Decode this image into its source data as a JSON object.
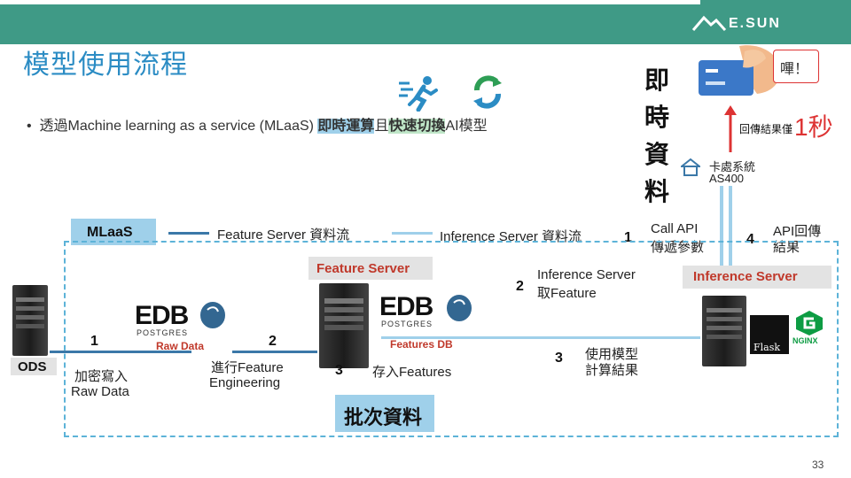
{
  "header": {
    "logo_text": "E.SUN"
  },
  "title": "模型使用流程",
  "bullet": {
    "prefix": "透過Machine learning as a service (MLaaS) ",
    "highlight1": "即時運算",
    "connector": "且",
    "highlight2": "快速切換",
    "suffix": "AI模型"
  },
  "realtime_label": [
    "即",
    "時",
    "資",
    "料"
  ],
  "card": {
    "callout": "嗶！",
    "response_label": "回傳結果僅",
    "response_time": "1秒",
    "system_line1": "卡處系統",
    "system_line2": "AS400"
  },
  "legend": {
    "mlaas": "MLaaS",
    "feature_flow": "Feature Server 資料流",
    "inference_flow": "Inference Server 資料流"
  },
  "realtime_steps": [
    {
      "num": "1",
      "line1": "Call API",
      "line2": "傳遞參數"
    },
    {
      "num": "2",
      "line1": "Inference Server",
      "line2": "取Feature"
    },
    {
      "num": "3",
      "line1": "使用模型",
      "line2": "計算結果"
    },
    {
      "num": "4",
      "line1": "API回傳",
      "line2": "結果"
    }
  ],
  "feature_server_label": "Feature Server",
  "inference_server_label": "Inference Server",
  "ods_label": "ODS",
  "batch_steps": [
    {
      "num": "1",
      "line1": "加密寫入",
      "line2": "Raw Data"
    },
    {
      "num": "2",
      "line1": "進行Feature",
      "line2": "Engineering"
    },
    {
      "num": "3",
      "line1": "存入Features"
    }
  ],
  "raw_data_label": "Raw Data",
  "features_db_label": "Features DB",
  "edb_text": "EDB",
  "postgres_text": "POSTGRES",
  "flask_text": "Flask",
  "nginx_text": "NGINX",
  "batch_label": "批次資料",
  "page_number": "33",
  "colors": {
    "teal": "#3f9a86",
    "blue_highlight": "#9fd0ea",
    "title_blue": "#2b8cc4",
    "flow_dark": "#3b78a8",
    "flow_light": "#9fd0ea"
  }
}
